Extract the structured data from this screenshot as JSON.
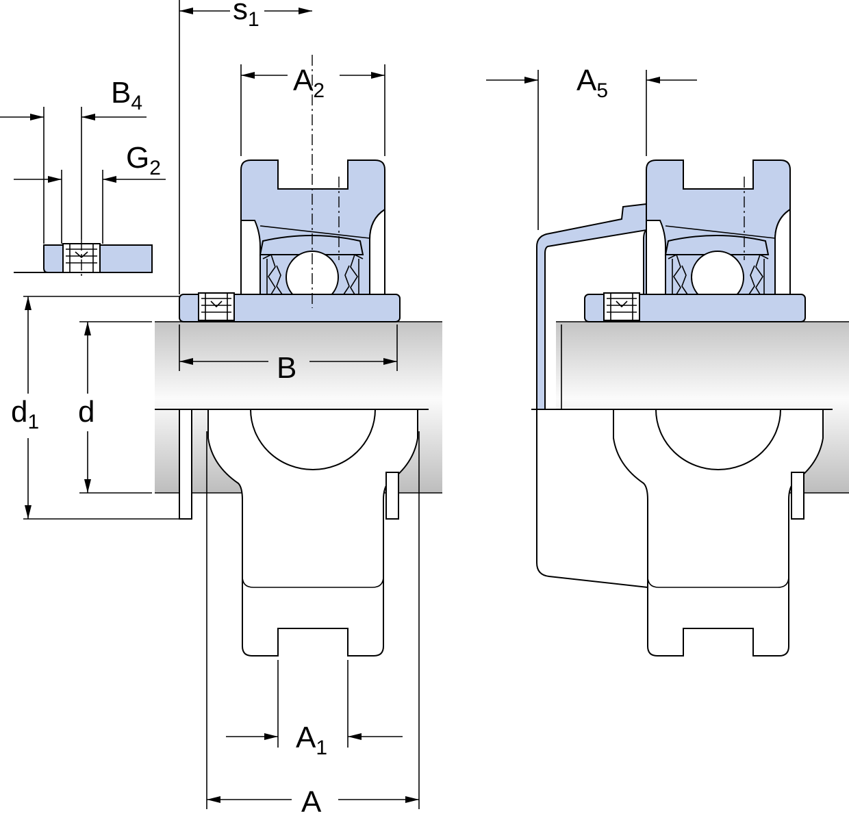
{
  "figure": {
    "labels": {
      "s1": {
        "main": "s",
        "sub": "1"
      },
      "A2": {
        "main": "A",
        "sub": "2"
      },
      "B4": {
        "main": "B",
        "sub": "4"
      },
      "G2": {
        "main": "G",
        "sub": "2"
      },
      "A5": {
        "main": "A",
        "sub": "5"
      },
      "B": {
        "main": "B",
        "sub": ""
      },
      "d1": {
        "main": "d",
        "sub": "1"
      },
      "d": {
        "main": "d",
        "sub": ""
      },
      "A1": {
        "main": "A",
        "sub": "1"
      },
      "A": {
        "main": "A",
        "sub": ""
      }
    }
  },
  "colors": {
    "housing_blue": "#c3d1ed",
    "outline": "#000000",
    "shaft_light": "#f7f7f7",
    "shaft_dark": "#bfbfbf"
  }
}
